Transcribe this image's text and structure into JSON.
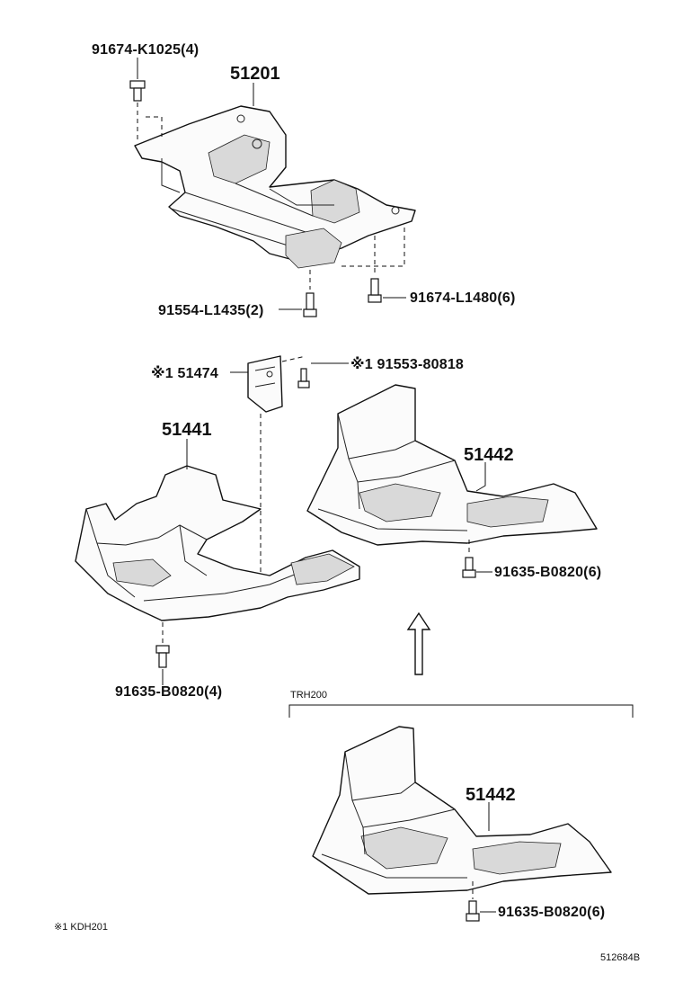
{
  "labels": {
    "bolt_k1025": "91674-K1025(4)",
    "crossmember": "51201",
    "bolt_l1435": "91554-L1435(2)",
    "bolt_l1480": "91674-L1480(6)",
    "bracket": "※1 51474",
    "screw_80818": "※1 91553-80818",
    "cover_front": "51441",
    "cover_rear_top": "51442",
    "bolt_b0820_6_top": "91635-B0820(6)",
    "bolt_b0820_4": "91635-B0820(4)",
    "variant_trh200": "TRH200",
    "cover_rear_bottom": "51442",
    "bolt_b0820_6_bottom": "91635-B0820(6)",
    "footnote": "※1 KDH201",
    "figure_id": "512684B"
  }
}
